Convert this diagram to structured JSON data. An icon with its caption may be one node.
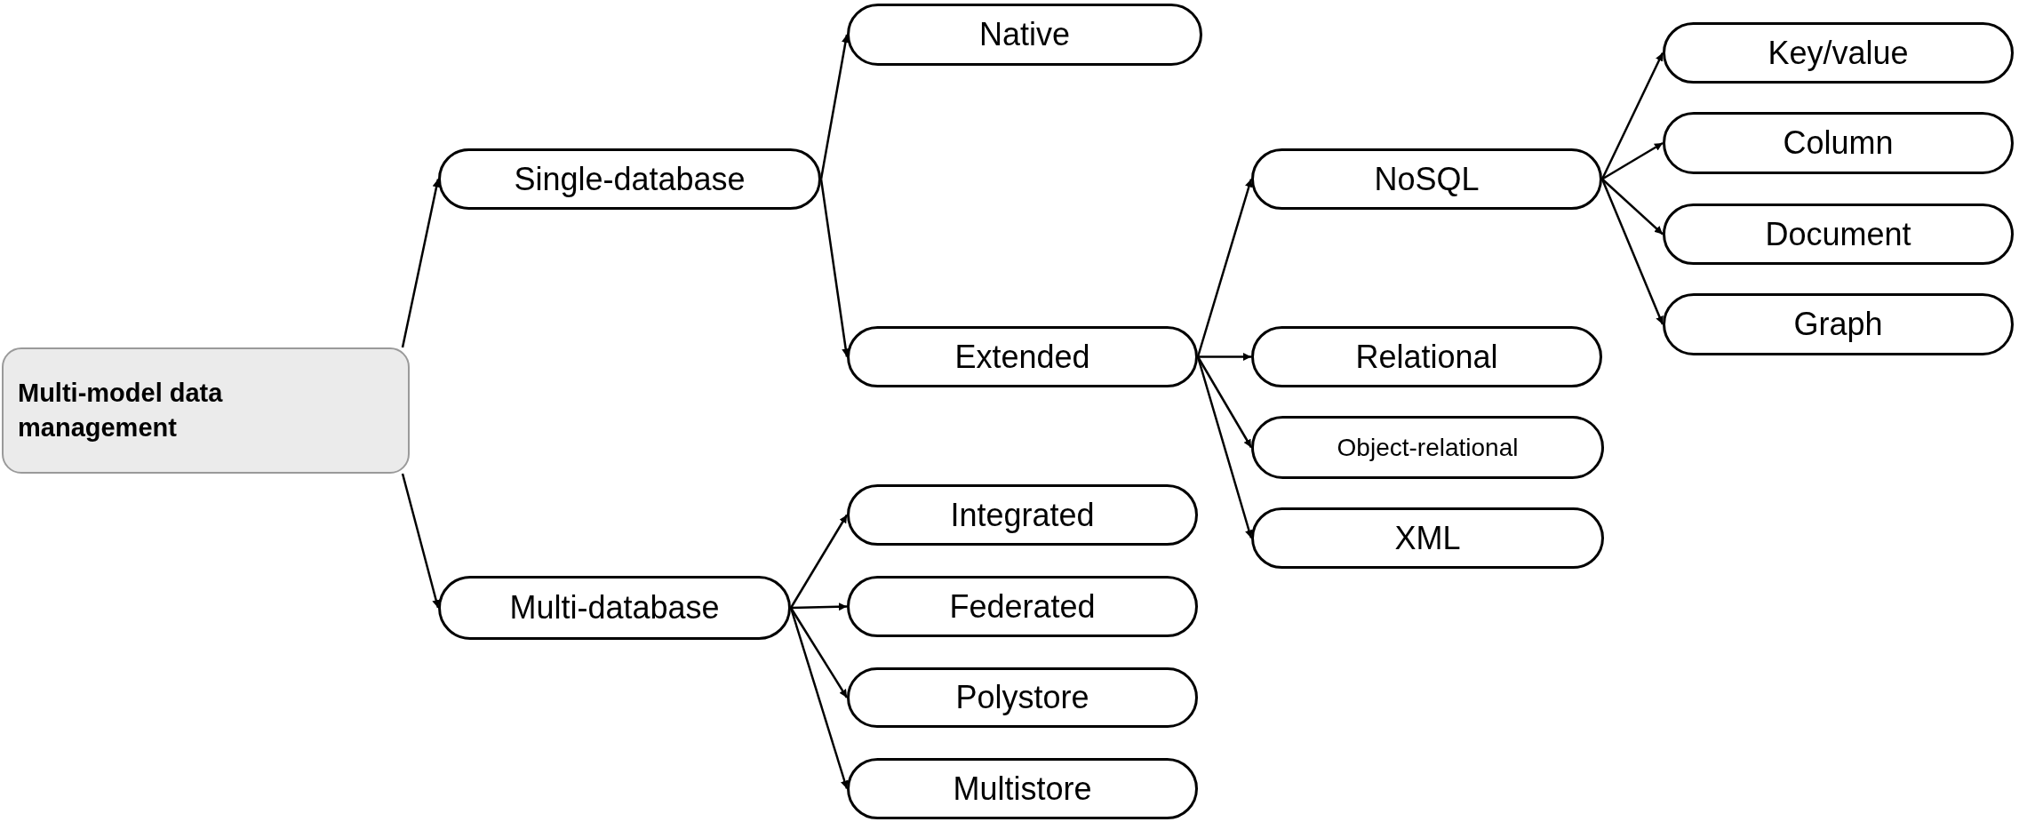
{
  "diagram": {
    "nodes": [
      {
        "text": [
          "Multi-model data management"
        ]
      },
      {
        "text": [
          "Single-database"
        ]
      },
      {
        "text": [
          "Native"
        ]
      },
      {
        "text": [
          "Extended"
        ]
      },
      {
        "text": [
          "NoSQL"
        ]
      },
      {
        "text": [
          "Key/value"
        ]
      },
      {
        "text": [
          "Column"
        ]
      },
      {
        "text": [
          "Document"
        ]
      },
      {
        "text": [
          "Graph"
        ]
      },
      {
        "text": [
          "Relational"
        ]
      },
      {
        "text": [
          "Object-relational"
        ]
      },
      {
        "text": [
          "XML"
        ]
      },
      {
        "text": [
          "Multi-database"
        ]
      },
      {
        "text": [
          "Integrated"
        ]
      },
      {
        "text": [
          "Federated"
        ]
      },
      {
        "text": [
          "Polystore"
        ]
      },
      {
        "text": [
          "Multistore"
        ]
      }
    ],
    "edges": [
      {
        "from": 0,
        "to": 1,
        "arrow": "to"
      },
      {
        "from": 0,
        "to": 12,
        "arrow": "to"
      },
      {
        "from": 1,
        "to": 2,
        "arrow": "to"
      },
      {
        "from": 1,
        "to": 3,
        "arrow": "to"
      },
      {
        "from": 3,
        "to": 4,
        "arrow": "to"
      },
      {
        "from": 3,
        "to": 9,
        "arrow": "to"
      },
      {
        "from": 3,
        "to": 10,
        "arrow": "to"
      },
      {
        "from": 3,
        "to": 11,
        "arrow": "to"
      },
      {
        "from": 4,
        "to": 5,
        "arrow": "to"
      },
      {
        "from": 4,
        "to": 6,
        "arrow": "to"
      },
      {
        "from": 4,
        "to": 7,
        "arrow": "to"
      },
      {
        "from": 4,
        "to": 8,
        "arrow": "to"
      },
      {
        "from": 12,
        "to": 13,
        "arrow": "to"
      },
      {
        "from": 12,
        "to": 14,
        "arrow": "to"
      },
      {
        "from": 12,
        "to": 15,
        "arrow": "to"
      },
      {
        "from": 12,
        "to": 16,
        "arrow": "to"
      }
    ]
  }
}
